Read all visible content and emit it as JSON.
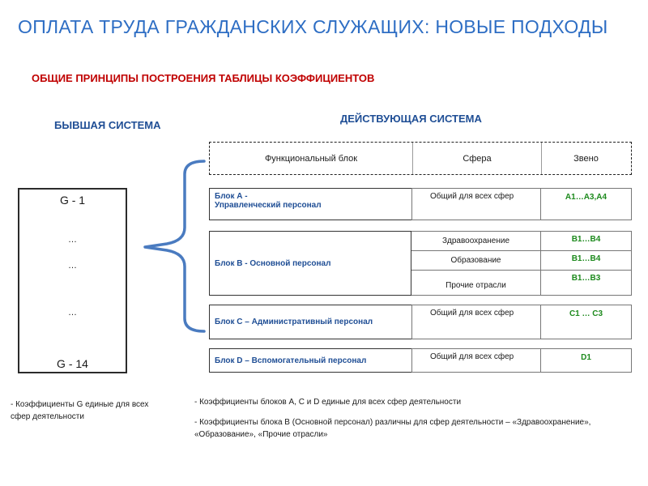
{
  "title": "ОПЛАТА ТРУДА ГРАЖДАНСКИХ СЛУЖАЩИХ: НОВЫЕ ПОДХОДЫ",
  "subtitle": "ОБЩИЕ ПРИНЦИПЫ ПОСТРОЕНИЯ ТАБЛИЦЫ КОЭФФИЦИЕНТОВ",
  "old_system": {
    "heading": "БЫВШАЯ СИСТЕМА",
    "first": "G - 1",
    "ellipsis": "…",
    "last": "G - 14",
    "note": "- Коэффициенты G единые для всех сфер деятельности"
  },
  "new_system": {
    "heading": "ДЕЙСТВУЮЩАЯ СИСТЕМА",
    "columns": [
      "Функциональный   блок",
      "Сфера",
      "Звено"
    ],
    "block_a": {
      "name_line1": "Блок А  -",
      "name_line2": "Управленческий персонал",
      "sphere": "Общий для всех сфер",
      "level": "А1…А3,А4"
    },
    "block_b": {
      "name": "Блок В  - Основной персонал",
      "rows": [
        {
          "sphere": "Здравоохранение",
          "level": "В1…В4"
        },
        {
          "sphere": "Образование",
          "level": "В1…В4"
        },
        {
          "sphere": "Прочие отрасли",
          "level": "В1…В3"
        }
      ]
    },
    "block_c": {
      "name": "Блок С – Административный персонал",
      "sphere": "Общий для всех сфер",
      "level": "С1 … С3"
    },
    "block_d": {
      "name": "Блок D – Вспомогательный персонал",
      "sphere": "Общий для всех сфер",
      "level": "D1"
    },
    "note1": "- Коэффициенты блоков А, С и D единые для всех сфер деятельности",
    "note2": "- Коэффициенты блока В (Основной персонал) различны для сфер деятельности – «Здравоохранение», «Образование», «Прочие отрасли»"
  },
  "colors": {
    "title": "#2e6ec4",
    "subtitle": "#c00000",
    "heading": "#1f4e95",
    "block_name": "#1f4e95",
    "level": "#1d8a1d",
    "bracket": "#4a7bc0"
  }
}
